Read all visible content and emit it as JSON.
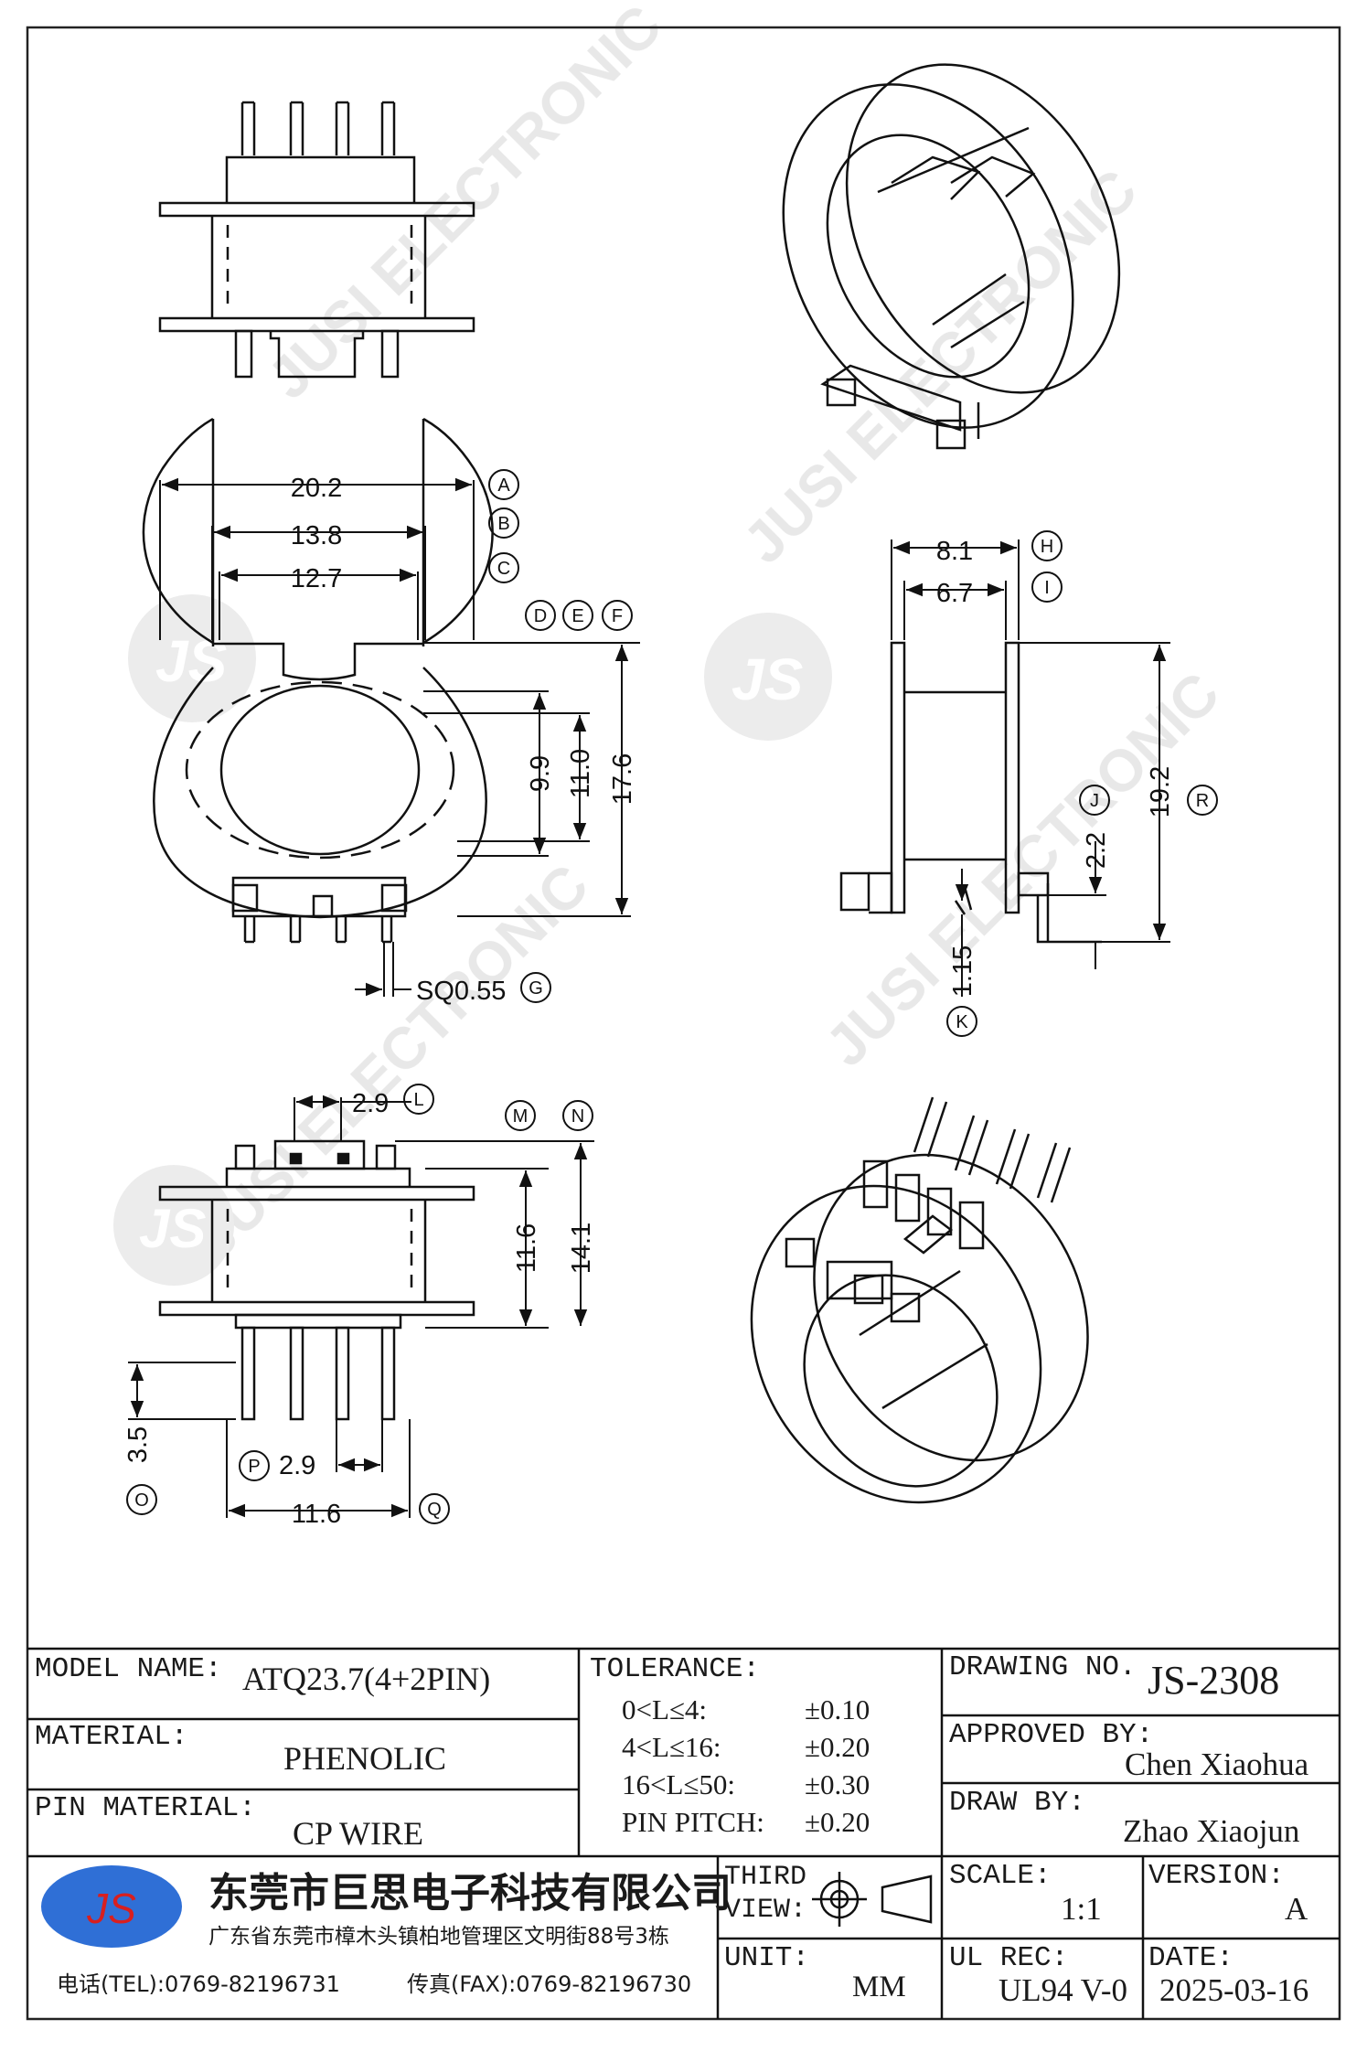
{
  "watermark": {
    "text": "JUSI ELECTRONIC",
    "logo": "JS"
  },
  "drawing": {
    "dims": {
      "d20_2": "20.2",
      "d13_8": "13.8",
      "d12_7": "12.7",
      "d9_9": "9.9",
      "d11_0": "11.0",
      "d17_6": "17.6",
      "sq": "SQ0.55",
      "d8_1": "8.1",
      "d6_7": "6.7",
      "d19_2": "19.2",
      "d2_2": "2.2",
      "d1_15": "1.15",
      "d2_9_top": "2.9",
      "d11_6_v": "11.6",
      "d14_1": "14.1",
      "d3_5": "3.5",
      "d2_9_bot": "2.9",
      "d11_6_h": "11.6"
    },
    "callouts": {
      "A": "A",
      "B": "B",
      "C": "C",
      "D": "D",
      "E": "E",
      "F": "F",
      "G": "G",
      "H": "H",
      "I": "I",
      "J": "J",
      "K": "K",
      "L": "L",
      "M": "M",
      "N": "N",
      "O": "O",
      "P": "P",
      "Q": "Q",
      "R": "R"
    }
  },
  "title_block": {
    "model_label": "MODEL NAME:",
    "model_value": "ATQ23.7(4+2PIN)",
    "material_label": "MATERIAL:",
    "material_value": "PHENOLIC",
    "pin_material_label": "PIN MATERIAL:",
    "pin_material_value": "CP WIRE",
    "tolerance_label": "TOLERANCE:",
    "tolerances": [
      {
        "range": "0<L≤4:",
        "value": "±0.10"
      },
      {
        "range": "4<L≤16:",
        "value": "±0.20"
      },
      {
        "range": "16<L≤50:",
        "value": "±0.30"
      },
      {
        "range": "PIN PITCH:",
        "value": "±0.20"
      }
    ],
    "drawing_no_label": "DRAWING NO.",
    "drawing_no_value": "JS-2308",
    "approved_label": "APPROVED BY:",
    "approved_value": "Chen Xiaohua",
    "draw_label": "DRAW BY:",
    "draw_value": "Zhao Xiaojun",
    "company_logo": "JS",
    "company_name": "东莞市巨思电子科技有限公司",
    "company_address": "广东省东莞市樟木头镇柏地管理区文明街88号3栋",
    "tel": "电话(TEL):0769-82196731",
    "fax": "传真(FAX):0769-82196730",
    "third_view_label1": "THIRD",
    "third_view_label2": "VIEW:",
    "unit_label": "UNIT:",
    "unit_value": "MM",
    "scale_label": "SCALE:",
    "scale_value": "1:1",
    "version_label": "VERSION:",
    "version_value": "A",
    "ul_label": "UL REC:",
    "ul_value": "UL94 V-0",
    "date_label": "DATE:",
    "date_value": "2025-03-16"
  }
}
